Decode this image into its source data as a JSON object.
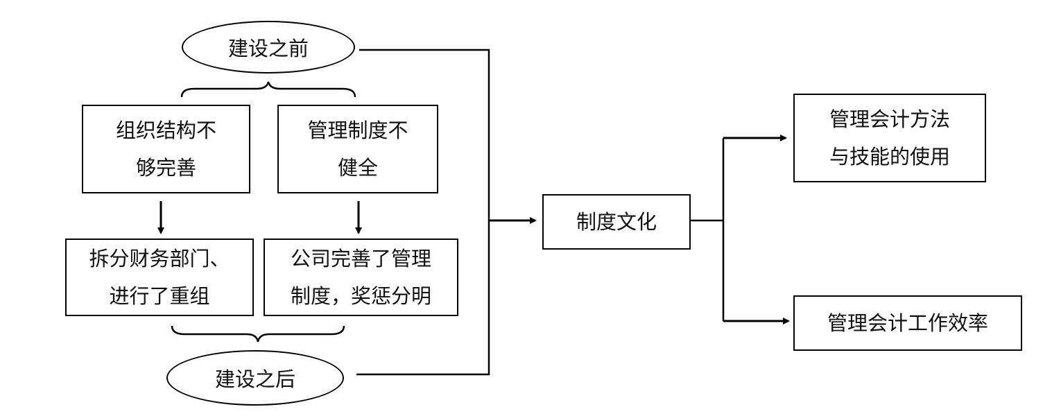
{
  "before": {
    "label": "建设之前"
  },
  "after": {
    "label": "建设之后"
  },
  "problems": {
    "org": {
      "line1": "组织结构不",
      "line2": "够完善"
    },
    "mgmt": {
      "line1": "管理制度不",
      "line2": "健全"
    }
  },
  "actions": {
    "split": {
      "line1": "拆分财务部门、",
      "line2": "进行了重组"
    },
    "improve": {
      "line1": "公司完善了管理",
      "line2": "制度，奖惩分明"
    }
  },
  "center": {
    "label": "制度文化"
  },
  "outcomes": {
    "methods": {
      "line1": "管理会计方法",
      "line2": "与技能的使用"
    },
    "efficiency": {
      "label": "管理会计工作效率"
    }
  },
  "colors": {
    "stroke": "#000000",
    "text": "#111111",
    "background": "#ffffff"
  }
}
